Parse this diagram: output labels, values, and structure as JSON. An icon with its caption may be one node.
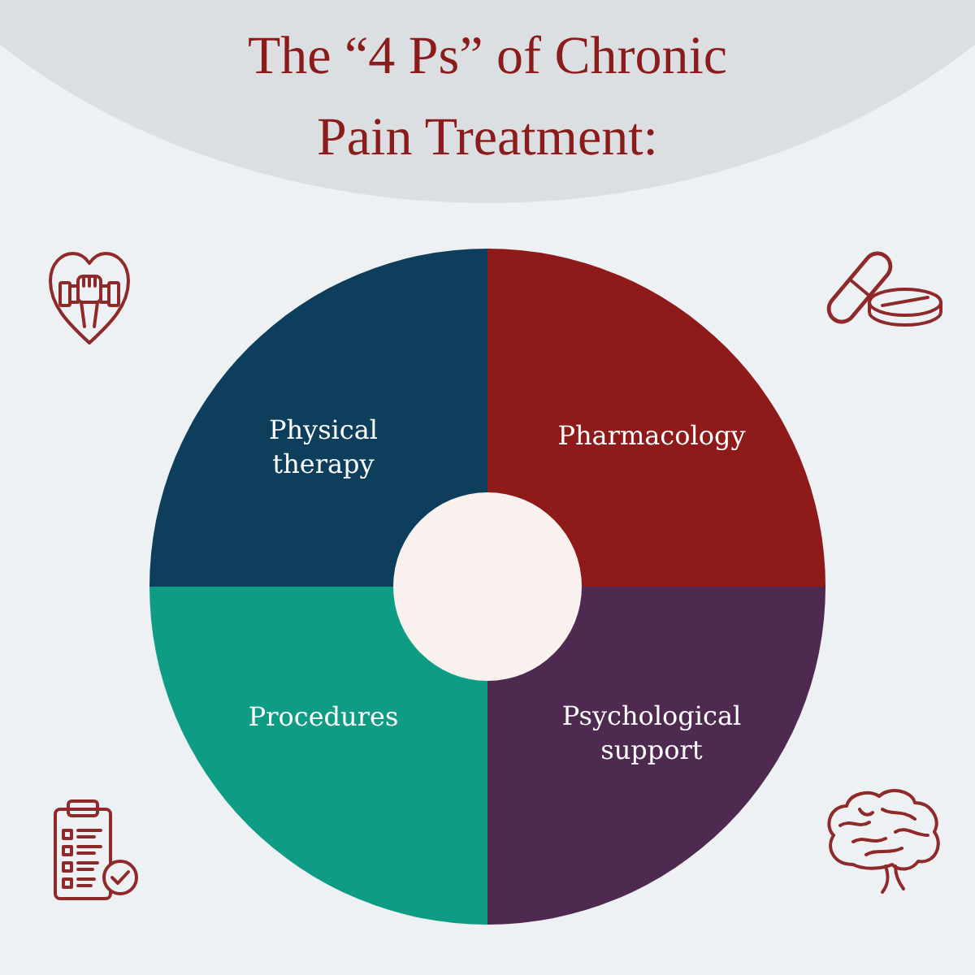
{
  "diagram": {
    "title": "The “4 Ps” of Chronic Pain Treatment:",
    "nodes": [
      {
        "text": [
          "Physical therapy"
        ]
      },
      {
        "text": [
          "Pharmacology"
        ]
      },
      {
        "text": [
          "Procedures"
        ]
      },
      {
        "text": [
          "Psychological support"
        ]
      },
      {
        "text": [],
        "shape": "circle"
      }
    ],
    "edges": []
  }
}
